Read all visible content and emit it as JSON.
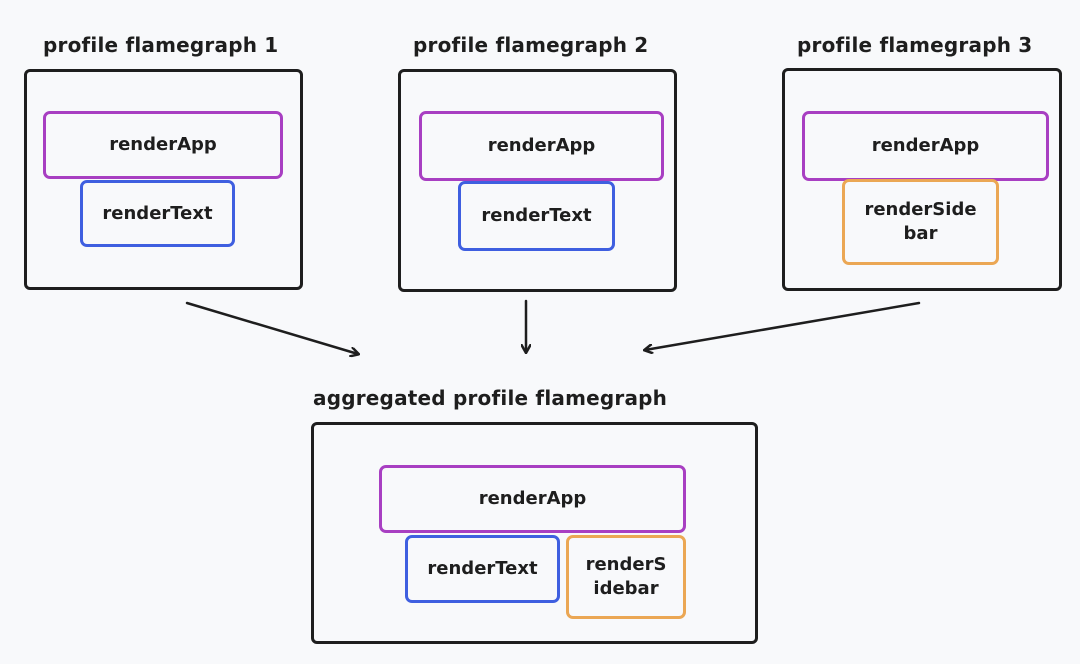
{
  "colors": {
    "background": "#f8f9fb",
    "stroke": "#1e1e1e",
    "render_app": "#a83fc2",
    "render_text": "#3f5fe0",
    "render_sidebar": "#eba754"
  },
  "profiles": [
    {
      "title": "profile flamegraph 1",
      "nodes": [
        "renderApp",
        "renderText"
      ]
    },
    {
      "title": "profile flamegraph 2",
      "nodes": [
        "renderApp",
        "renderText"
      ]
    },
    {
      "title": "profile flamegraph 3",
      "nodes": [
        "renderApp",
        "renderSide\nbar"
      ]
    }
  ],
  "aggregated": {
    "title": "aggregated profile flamegraph",
    "nodes": [
      "renderApp",
      "renderText",
      "renderS\nidebar"
    ]
  },
  "edges": [
    {
      "from": "profile flamegraph 1",
      "to": "aggregated profile flamegraph"
    },
    {
      "from": "profile flamegraph 2",
      "to": "aggregated profile flamegraph"
    },
    {
      "from": "profile flamegraph 3",
      "to": "aggregated profile flamegraph"
    }
  ]
}
